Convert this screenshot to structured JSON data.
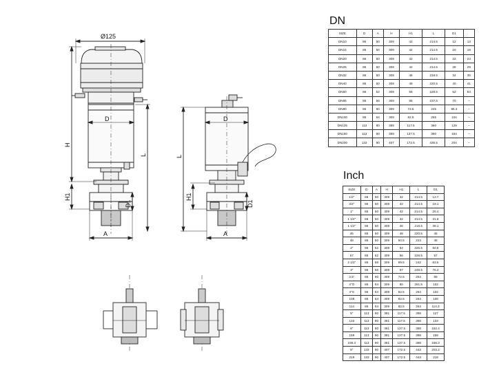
{
  "drawing": {
    "dims": {
      "top_diameter": "Ø125",
      "d_main": "D",
      "d_second": "D",
      "h": "H",
      "h1_main": "H1",
      "h1_second": "H1",
      "l_main": "L",
      "l_second": "L",
      "d1_main": "D1",
      "d1_second": "D1",
      "a_main": "A",
      "a_second": "A"
    }
  },
  "dn_table": {
    "title": "DN",
    "headers": [
      "SIZE",
      "D",
      "A",
      "H",
      "H1",
      "L",
      "D1",
      ""
    ],
    "rows": [
      [
        "DN10",
        "86",
        "50",
        "309",
        "42",
        "214.5",
        "12",
        "13"
      ],
      [
        "DN15",
        "86",
        "50",
        "309",
        "42",
        "214.5",
        "18",
        "19"
      ],
      [
        "DN20",
        "86",
        "50",
        "309",
        "42",
        "214.5",
        "22",
        "23"
      ],
      [
        "DN25",
        "86",
        "50",
        "309",
        "42",
        "214.5",
        "28",
        "29"
      ],
      [
        "DN32",
        "86",
        "50",
        "309",
        "46",
        "218.5",
        "34",
        "35"
      ],
      [
        "DN40",
        "86",
        "50",
        "309",
        "48",
        "220.5",
        "40",
        "41"
      ],
      [
        "DN50",
        "86",
        "52",
        "309",
        "56",
        "228.5",
        "52",
        "53"
      ],
      [
        "DN65",
        "86",
        "56",
        "309",
        "65",
        "237.5",
        "70",
        "–"
      ],
      [
        "DN80",
        "86",
        "60",
        "309",
        "72.5",
        "245",
        "86.3",
        "–"
      ],
      [
        "DN100",
        "86",
        "64",
        "309",
        "82.5",
        "255",
        "104",
        "–"
      ],
      [
        "DN125",
        "113",
        "80",
        "389",
        "117.5",
        "360",
        "129",
        "–"
      ],
      [
        "DN150",
        "113",
        "90",
        "389",
        "137.5",
        "380",
        "154",
        "–"
      ],
      [
        "DN200",
        "133",
        "90",
        "407",
        "172.5",
        "436.5",
        "204",
        "–"
      ]
    ]
  },
  "inch_table": {
    "title": "Inch",
    "headers": [
      "SIZE",
      "D",
      "A",
      "H",
      "H1",
      "L",
      "D1"
    ],
    "rows": [
      [
        "1/2\"",
        "86",
        "50",
        "309",
        "42",
        "214.5",
        "12.7"
      ],
      [
        "3/4\"",
        "86",
        "50",
        "309",
        "42",
        "214.5",
        "19.1"
      ],
      [
        "1\"",
        "86",
        "50",
        "309",
        "42",
        "214.5",
        "25.4"
      ],
      [
        "1 1/4\"",
        "86",
        "50",
        "309",
        "42",
        "214.5",
        "31.8"
      ],
      [
        "1 1/2\"",
        "86",
        "50",
        "309",
        "46",
        "218.5",
        "38.1"
      ],
      [
        "45",
        "86",
        "50",
        "309",
        "48",
        "220.5",
        "45"
      ],
      [
        "48",
        "86",
        "50",
        "309",
        "50.5",
        "223",
        "48"
      ],
      [
        "2\"",
        "86",
        "52",
        "309",
        "54",
        "226.5",
        "50.8"
      ],
      [
        "57",
        "86",
        "52",
        "309",
        "56",
        "228.5",
        "57"
      ],
      [
        "2 1/2\"",
        "86",
        "56",
        "309",
        "69.5",
        "242",
        "63.5"
      ],
      [
        "3\"",
        "86",
        "56",
        "309",
        "67",
        "249.5",
        "76.2"
      ],
      [
        "3.5\"",
        "86",
        "60",
        "309",
        "72.5",
        "254",
        "89"
      ],
      [
        "4\"O",
        "86",
        "64",
        "309",
        "80",
        "261.5",
        "102"
      ],
      [
        "4\"S",
        "86",
        "64",
        "309",
        "82.5",
        "264",
        "102"
      ],
      [
        "108",
        "86",
        "64",
        "309",
        "82.5",
        "264",
        "108"
      ],
      [
        "114",
        "86",
        "64",
        "309",
        "82.5",
        "264",
        "114.3"
      ],
      [
        "5\"",
        "113",
        "80",
        "381",
        "117.5",
        "368",
        "127"
      ],
      [
        "133",
        "113",
        "80",
        "381",
        "117.5",
        "368",
        "133"
      ],
      [
        "6\"",
        "113",
        "80",
        "381",
        "137.5",
        "388",
        "152.4"
      ],
      [
        "159",
        "113",
        "90",
        "381",
        "137.5",
        "388",
        "159"
      ],
      [
        "168.3",
        "113",
        "90",
        "381",
        "137.5",
        "388",
        "168.3"
      ],
      [
        "8\"",
        "133",
        "90",
        "407",
        "172.5",
        "443",
        "203.2"
      ],
      [
        "219",
        "133",
        "90",
        "407",
        "172.5",
        "443",
        "219"
      ]
    ]
  }
}
